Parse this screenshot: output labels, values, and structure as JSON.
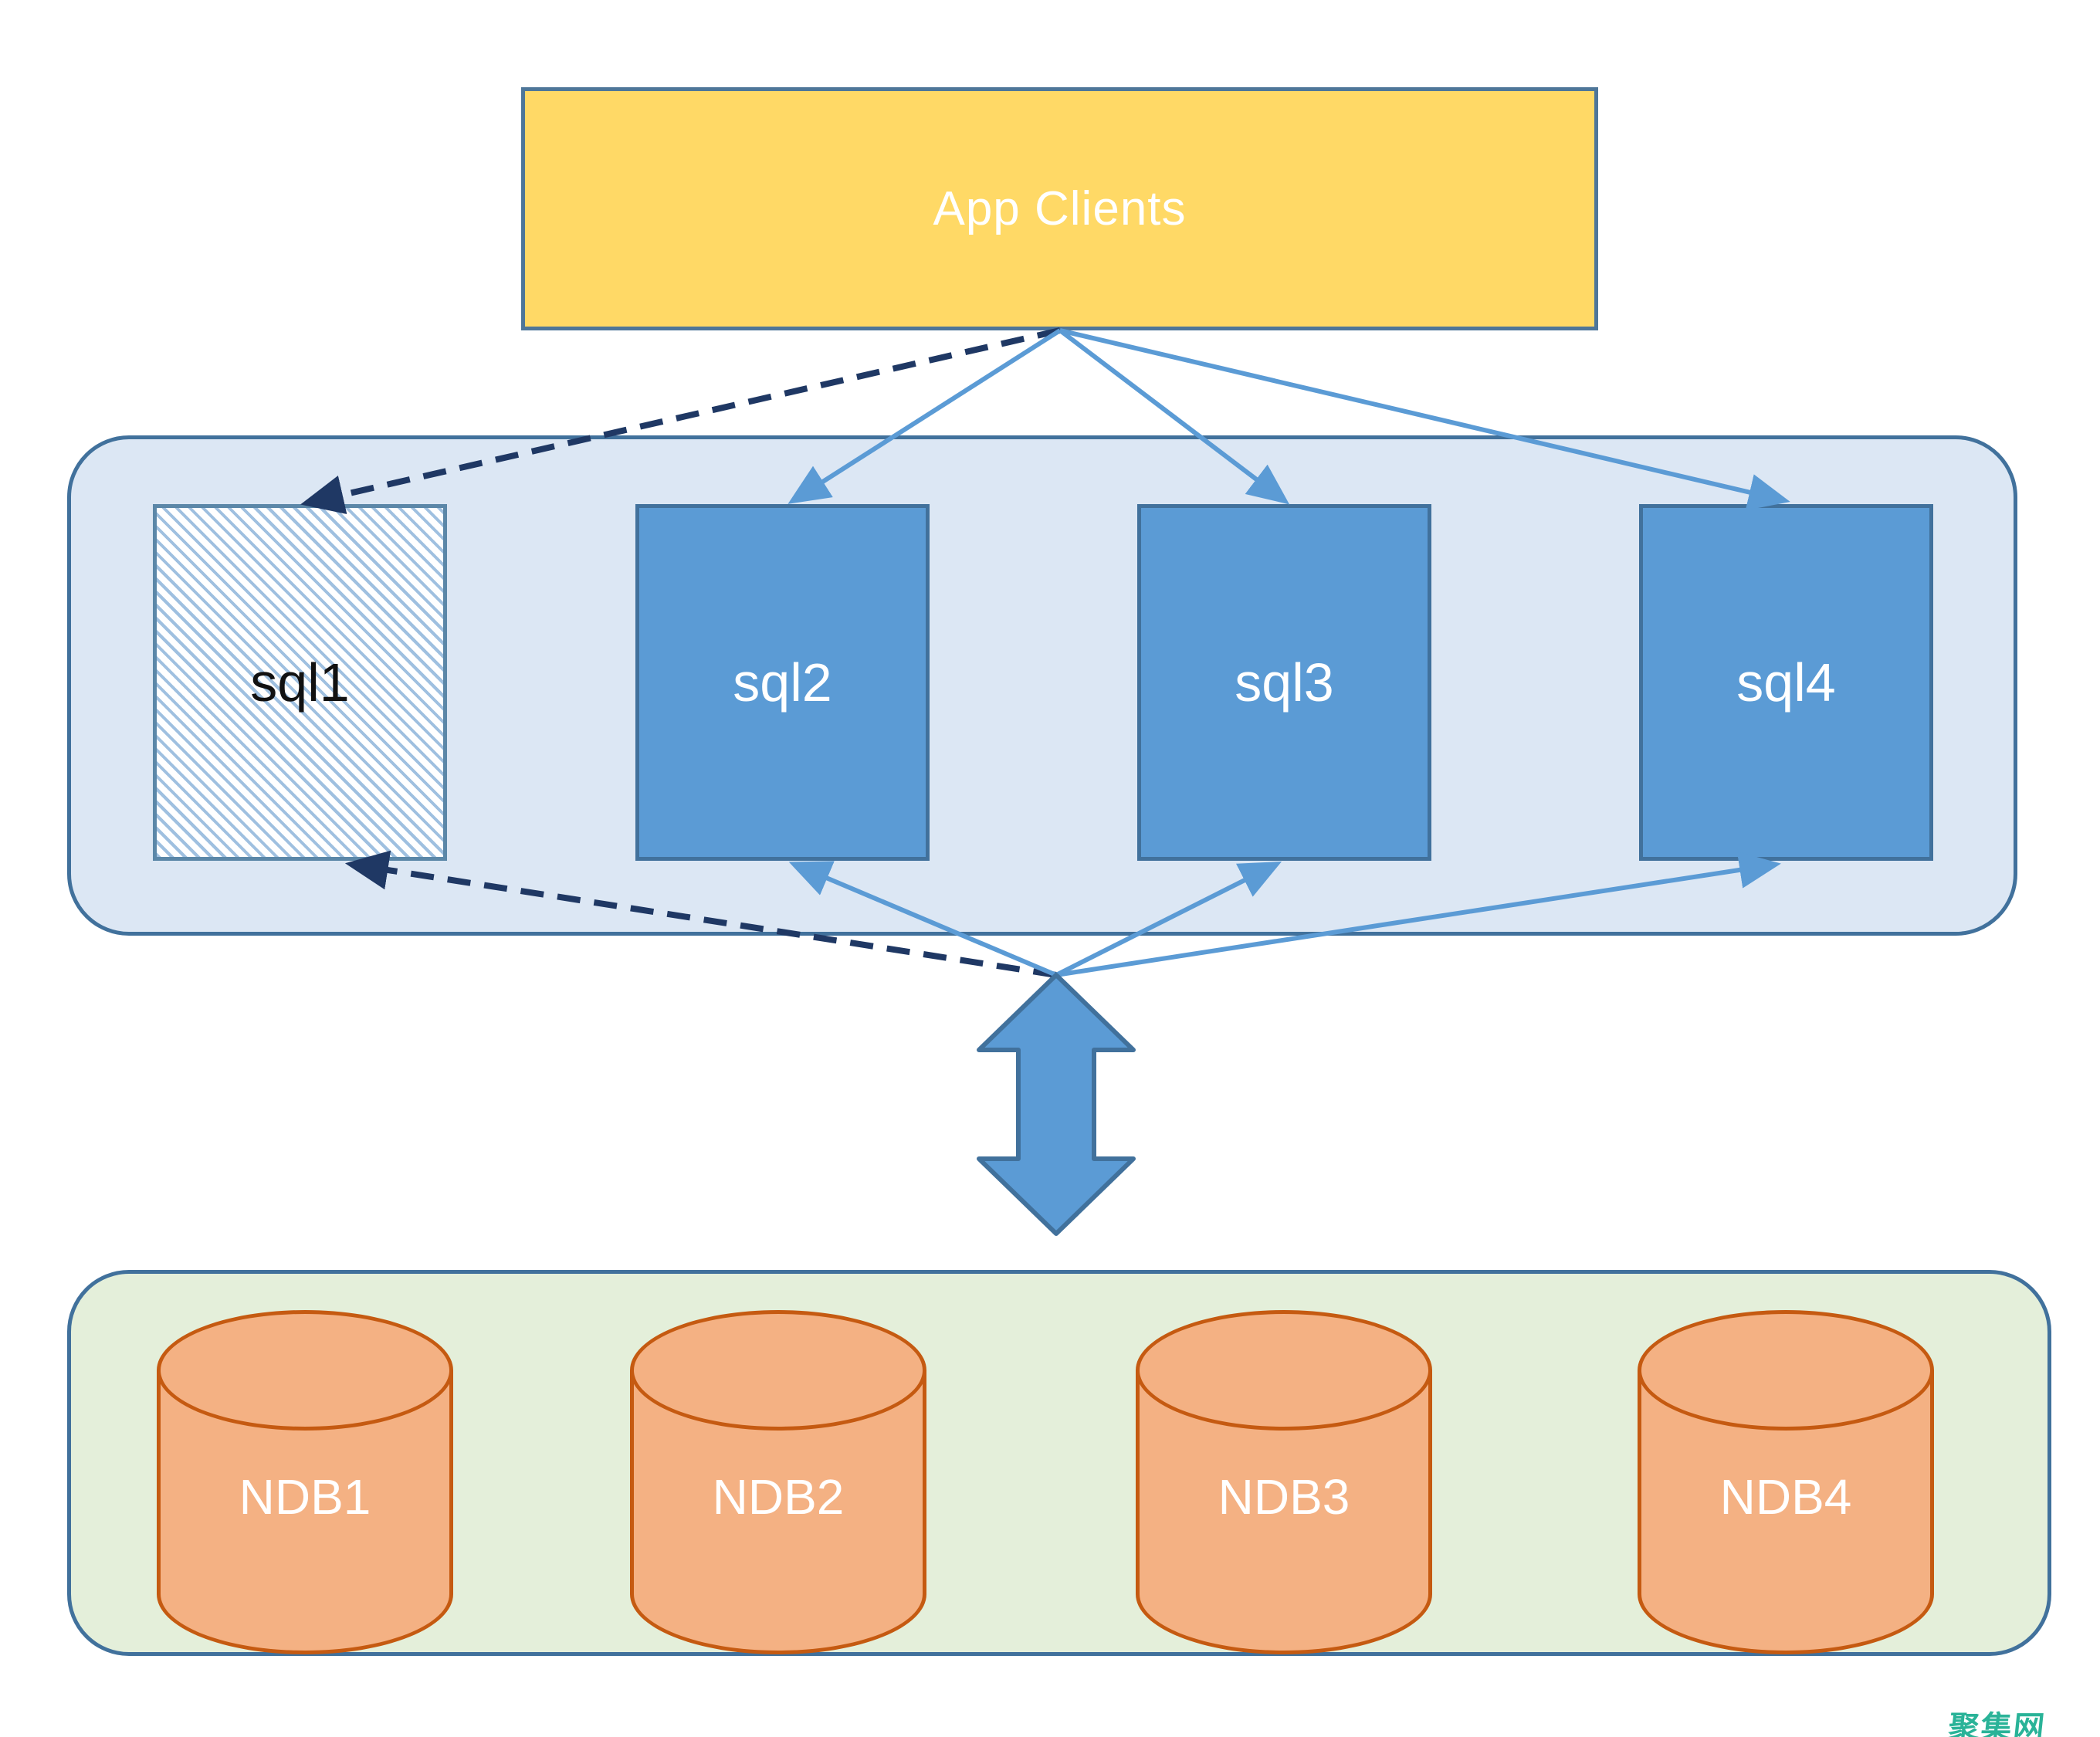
{
  "diagram": {
    "title_box": {
      "label": "App Clients",
      "fill": "#FFD966"
    },
    "sql_cluster": {
      "name": "mysql-server-tier",
      "fill": "#DCE7F4",
      "nodes": [
        {
          "label": "sql1",
          "variant": "hatched"
        },
        {
          "label": "sql2",
          "variant": "solid"
        },
        {
          "label": "sql3",
          "variant": "solid"
        },
        {
          "label": "sql4",
          "variant": "solid"
        }
      ]
    },
    "ndb_cluster": {
      "name": "ndb-data-node-tier",
      "fill": "#E4EFDA",
      "nodes": [
        {
          "label": "NDB1"
        },
        {
          "label": "NDB2"
        },
        {
          "label": "NDB3"
        },
        {
          "label": "NDB4"
        }
      ]
    },
    "edges": {
      "client_to_sql": [
        {
          "from": "App Clients",
          "to": "sql1",
          "style": "dashed"
        },
        {
          "from": "App Clients",
          "to": "sql2",
          "style": "solid"
        },
        {
          "from": "App Clients",
          "to": "sql3",
          "style": "solid"
        },
        {
          "from": "App Clients",
          "to": "sql4",
          "style": "solid"
        }
      ],
      "ndb_junction_to_sql": [
        {
          "from": "ndb-link",
          "to": "sql1",
          "style": "dashed"
        },
        {
          "from": "ndb-link",
          "to": "sql2",
          "style": "solid"
        },
        {
          "from": "ndb-link",
          "to": "sql3",
          "style": "solid"
        },
        {
          "from": "ndb-link",
          "to": "sql4",
          "style": "solid"
        }
      ],
      "cluster_link": {
        "type": "bidirectional-thick-arrow",
        "between": [
          "sql tier",
          "ndb tier"
        ]
      }
    },
    "colors": {
      "solid_box_fill": "#5B9BD5",
      "box_border": "#41719C",
      "dashed_arrow": "#1F3864",
      "solid_arrow": "#5B9BD5",
      "cylinder_fill": "#F4B183",
      "cylinder_border": "#C55A11",
      "yellow_fill": "#FFD966"
    }
  },
  "watermark": {
    "text": "聚集网",
    "color": "#2AB398"
  }
}
